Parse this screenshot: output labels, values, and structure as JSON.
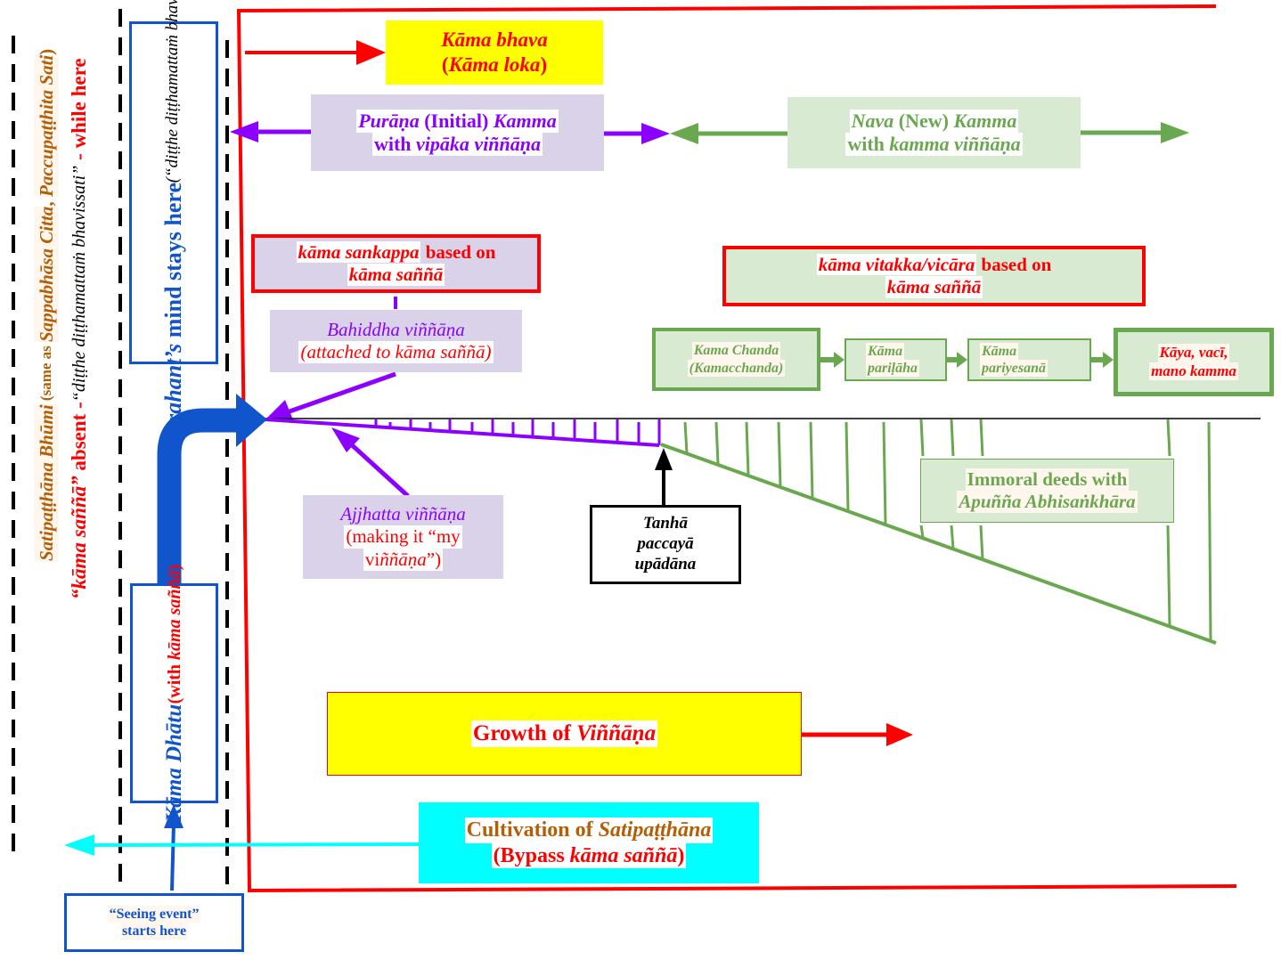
{
  "diagram": {
    "left_column": {
      "line1": {
        "term": "Satipaṭṭhāna Bhūmi",
        "open": " (same as ",
        "citta": "Sappabhāsa Citta",
        "comma": ", ",
        "sati": "Paccupaṭṭhita Sati",
        "close": ")"
      },
      "line2": {
        "kama_sanna": "“kāma saññā”",
        "absent": " absent",
        "dash": " -",
        "quote": "“diṭṭhe diṭṭhamattaṁ bhavissati”",
        "while_here": " - while here"
      }
    },
    "arahant_box": {
      "arahant": "Arahant’s",
      "rest": " mind stays here",
      "quote": "(“diṭṭhe diṭṭhamattaṁ bhavissati”)"
    },
    "kama_dhatu_box": {
      "title": "Kāma Dhātu",
      "sub_open": "(with ",
      "sub_term": "kāma saññā",
      "sub_close": ")"
    },
    "seeing_event_box": {
      "line1": "“Seeing event”",
      "line2": "starts here"
    },
    "kama_bhava_box": {
      "line1": "Kāma bhava",
      "line2_open": "(",
      "line2_term": "Kāma loka",
      "line2_close": ")"
    },
    "purana_kamma_box": {
      "purana": "Purāṇa",
      "initial": " (Initial) ",
      "kamma": "Kamma",
      "with": "with ",
      "vinnana": "vipāka viññāṇa"
    },
    "nava_kamma_box": {
      "nava": "Nava",
      "new": " (New) ",
      "kamma": "Kamma",
      "with": "with ",
      "vinnana": "kamma viññāṇa"
    },
    "kama_sankappa_box": {
      "term": "kāma sankappa",
      "based_on": " based on",
      "line2": "kāma saññā"
    },
    "bahiddha_box": {
      "line1": "Bahiddha viññāṇa",
      "line2": "(attached to kāma saññā)"
    },
    "kama_vitakka_box": {
      "term": "kāma vitakka/vicāra",
      "based_on": " based on",
      "line2": "kāma saññā"
    },
    "sequence": [
      {
        "line1": "Kama Chanda",
        "line2": "(Kamacchanda)"
      },
      {
        "line1": "Kāma",
        "line2": "pariḷāha"
      },
      {
        "line1": "Kāma",
        "line2": "pariyesanā"
      },
      {
        "line1": "Kāya, vacī,",
        "line2": "mano kamma"
      }
    ],
    "ajjhatta_box": {
      "line1": "Ajjhatta viññāṇa",
      "line2": "(making it “my",
      "line3_pre": "vi",
      "line3_it": "ññāṇa",
      "line3_post": "”)"
    },
    "tanha_box": {
      "line1": "Tanhā",
      "line2": "paccayā",
      "line3": "upādāna"
    },
    "immoral_box": {
      "line1": "Immoral deeds with",
      "line2": "Apuñña Abhisaṅkhāra"
    },
    "growth_box": {
      "text": "Growth of ",
      "term": "Viññāṇa"
    },
    "cultivation_box": {
      "text": "Cultivation of ",
      "term": "Satipaṭṭhāna",
      "line2_open": "(Bypass ",
      "line2_term": "kāma saññā",
      "line2_close": ")"
    },
    "colors": {
      "red": "#ff0000",
      "purple": "#8b00ff",
      "green": "#6aa84f",
      "blue": "#1155cc",
      "brown": "#b45f06",
      "yellow": "#ffff00",
      "cyan": "#00ffff",
      "lavender": "#d9d2e9",
      "light_green": "#d9ead3"
    }
  }
}
